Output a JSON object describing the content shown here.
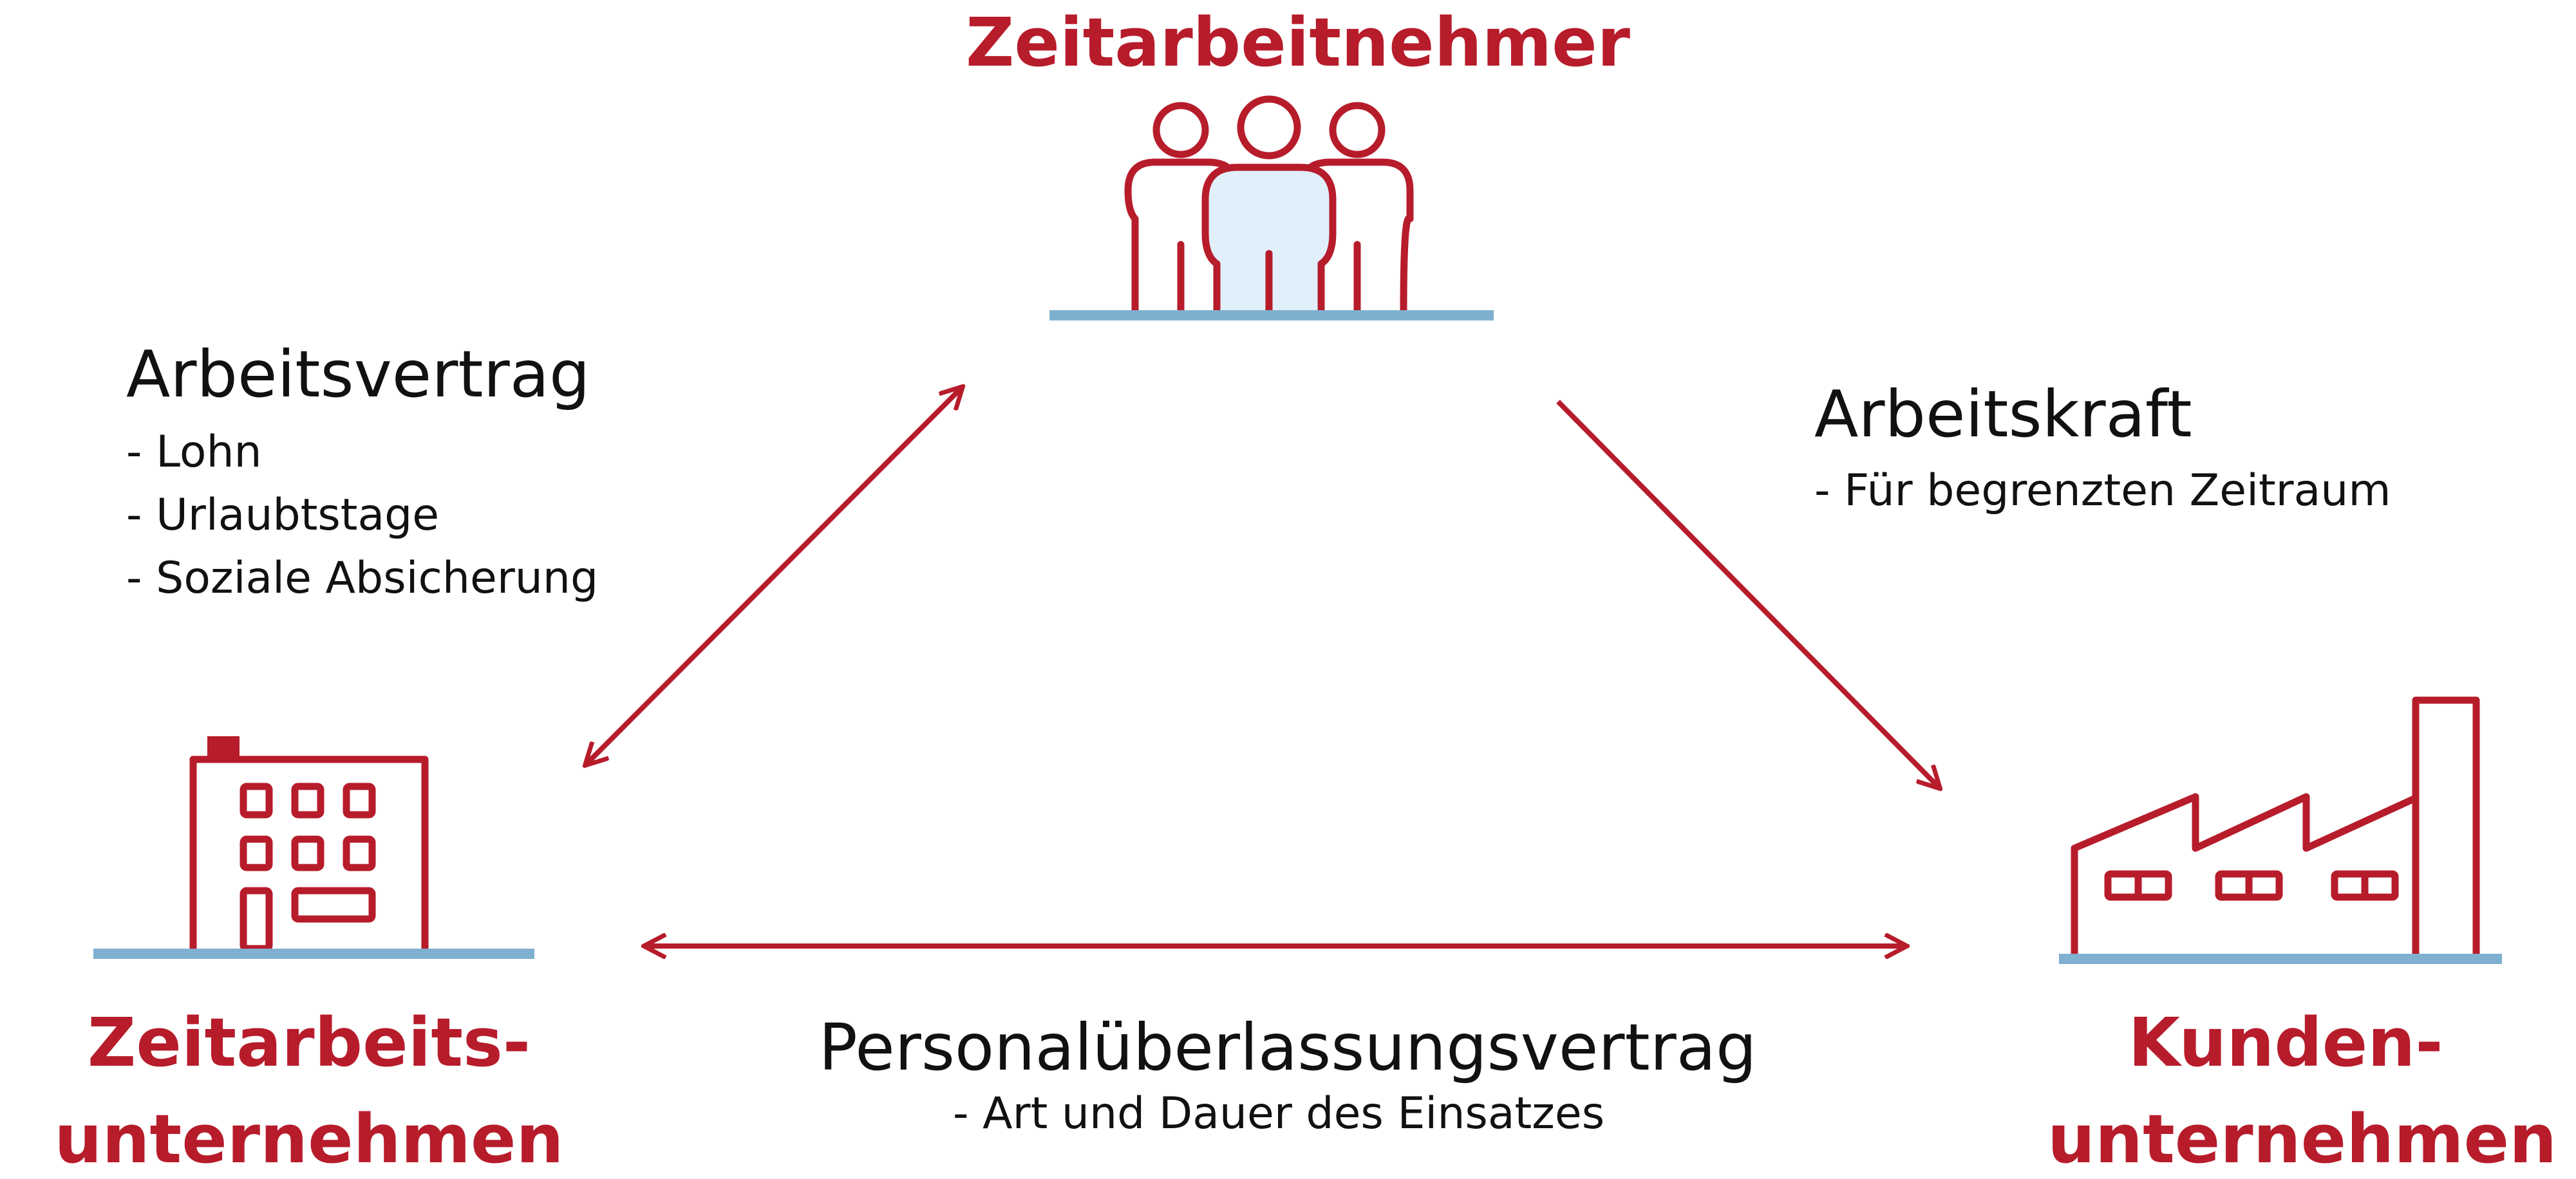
{
  "colors": {
    "accent": "#b71c2b",
    "ground": "#7fb0cf",
    "fill_light": "#e1effb",
    "text": "#111111"
  },
  "nodes": {
    "employee": {
      "title": "Zeitarbeitnehmer",
      "icon": "people-group-icon"
    },
    "agency": {
      "title_line1": "Zeitarbeits-",
      "title_line2": "unternehmen",
      "icon": "office-building-icon"
    },
    "client": {
      "title_line1": "Kunden-",
      "title_line2": "unternehmen",
      "icon": "factory-icon"
    }
  },
  "relations": {
    "employment_contract": {
      "title": "Arbeitsvertrag",
      "items": [
        "- Lohn",
        "- Urlaubtstage",
        "- Soziale Absicherung"
      ]
    },
    "labor": {
      "title": "Arbeitskraft",
      "items": [
        "- Für begrenzten Zeitraum"
      ]
    },
    "staffing_contract": {
      "title": "Personalüberlassungsvertrag",
      "items": [
        "- Art und Dauer des Einsatzes"
      ]
    }
  }
}
